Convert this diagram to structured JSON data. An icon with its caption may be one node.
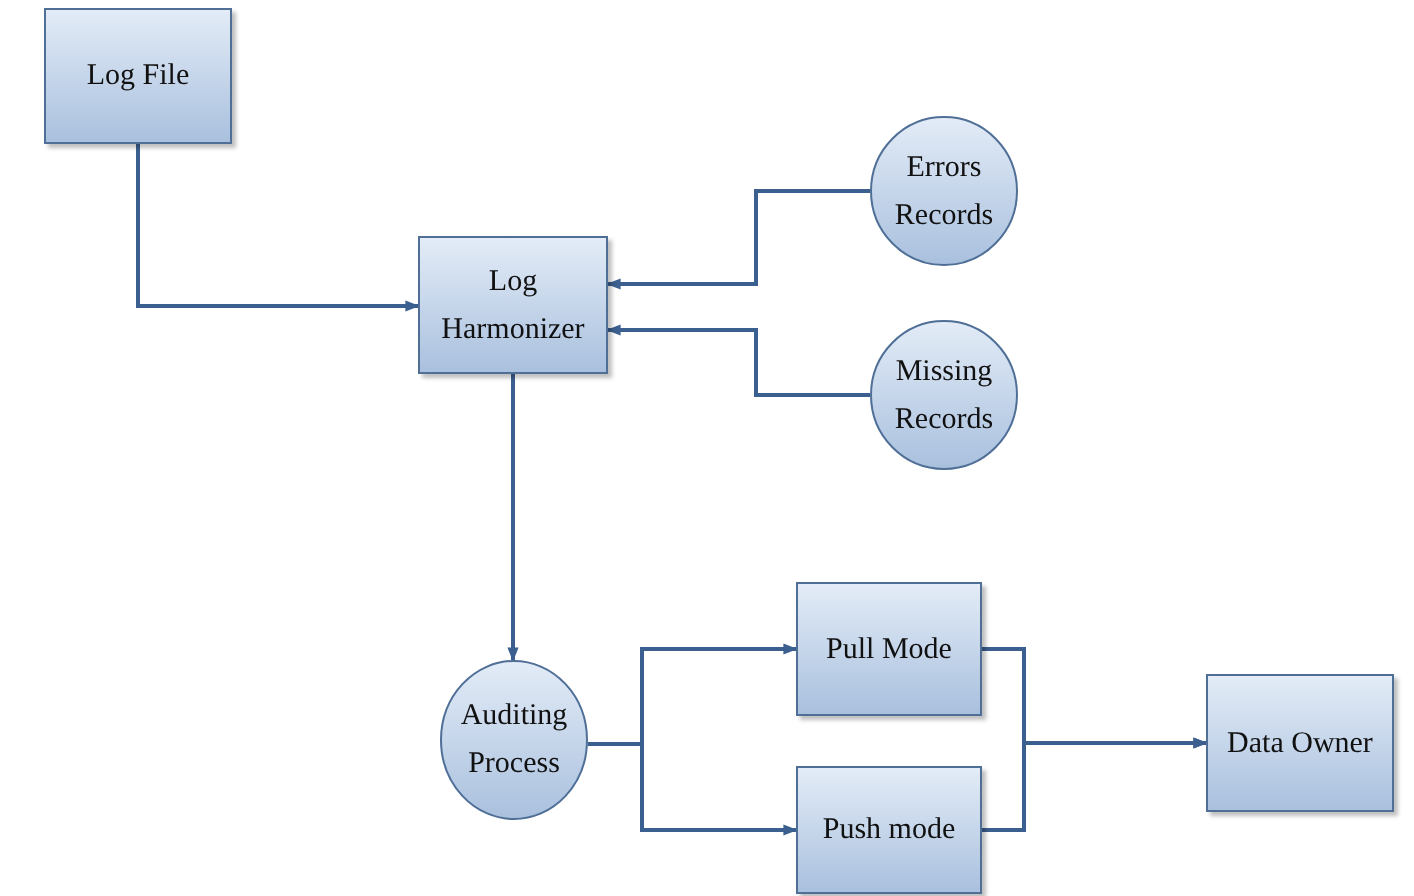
{
  "diagram": {
    "nodes": [
      {
        "text": [
          "Log File"
        ]
      },
      {
        "text": [
          "Log Harmonizer"
        ]
      },
      {
        "text": [
          "Errors Records"
        ]
      },
      {
        "text": [
          "Missing Records"
        ]
      },
      {
        "text": [
          "Auditing Process"
        ]
      },
      {
        "text": [
          "Pull Mode"
        ]
      },
      {
        "text": [
          "Push mode"
        ]
      },
      {
        "text": [
          "Data Owner"
        ]
      }
    ],
    "edges": [
      {
        "from": 0,
        "to": 1,
        "arrow": "to"
      },
      {
        "from": 2,
        "to": 1,
        "arrow": "to"
      },
      {
        "from": 3,
        "to": 1,
        "arrow": "to"
      },
      {
        "from": 1,
        "to": 4,
        "arrow": "to"
      },
      {
        "from": 4,
        "to": 5,
        "arrow": "to"
      },
      {
        "from": 4,
        "to": 6,
        "arrow": "to"
      },
      {
        "from": 5,
        "to": 7,
        "arrow": "to"
      },
      {
        "from": 6,
        "to": 7,
        "arrow": "to"
      }
    ]
  }
}
